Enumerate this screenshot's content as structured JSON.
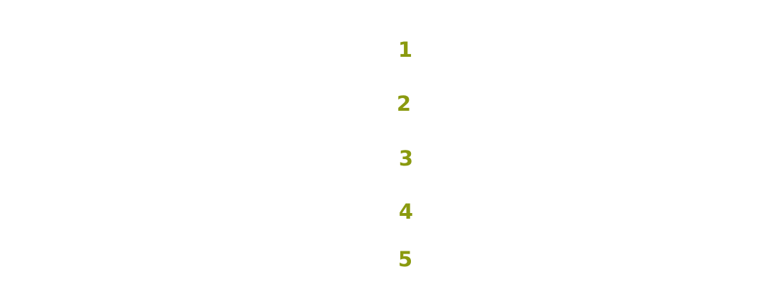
{
  "steps": [
    "1",
    "2",
    "3",
    "4",
    "5"
  ],
  "colors": {
    "number": "#8a9a0f",
    "background": "#ffffff"
  }
}
